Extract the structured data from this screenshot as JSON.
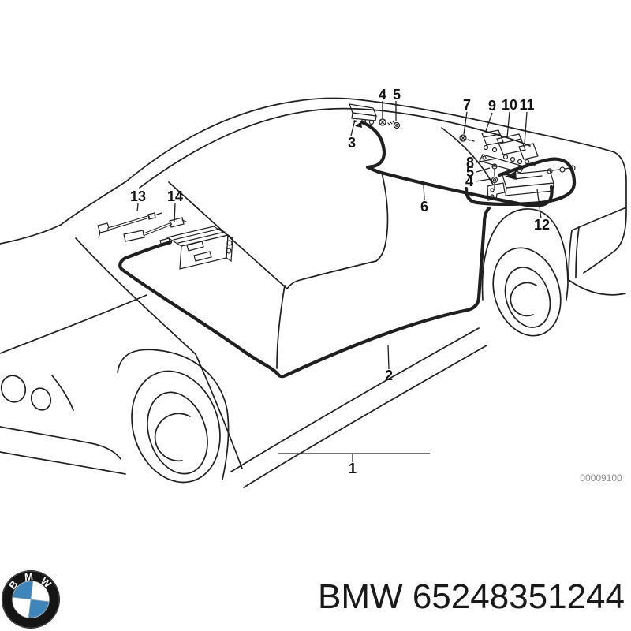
{
  "page": {
    "background": "#ffffff"
  },
  "diagram": {
    "code": "00009100",
    "callouts": [
      {
        "label": "1"
      },
      {
        "label": "2"
      },
      {
        "label": "3"
      },
      {
        "label": "4"
      },
      {
        "label": "5"
      },
      {
        "label": "6"
      },
      {
        "label": "7"
      },
      {
        "label": "8"
      },
      {
        "label": "9"
      },
      {
        "label": "10"
      },
      {
        "label": "11"
      },
      {
        "label": "12"
      },
      {
        "label": "13"
      },
      {
        "label": "14"
      },
      {
        "label": "4"
      },
      {
        "label": "5"
      }
    ]
  },
  "footer": {
    "brand": "BMW",
    "part_number": "65248351244"
  },
  "logo": {
    "letters": [
      "B",
      "M",
      "W"
    ],
    "ring_color": "#151515",
    "blue": "#3e86ba"
  },
  "colors": {
    "line": "#1f1f1f",
    "label_text": "#111111",
    "code_text": "#8f8f8f"
  }
}
